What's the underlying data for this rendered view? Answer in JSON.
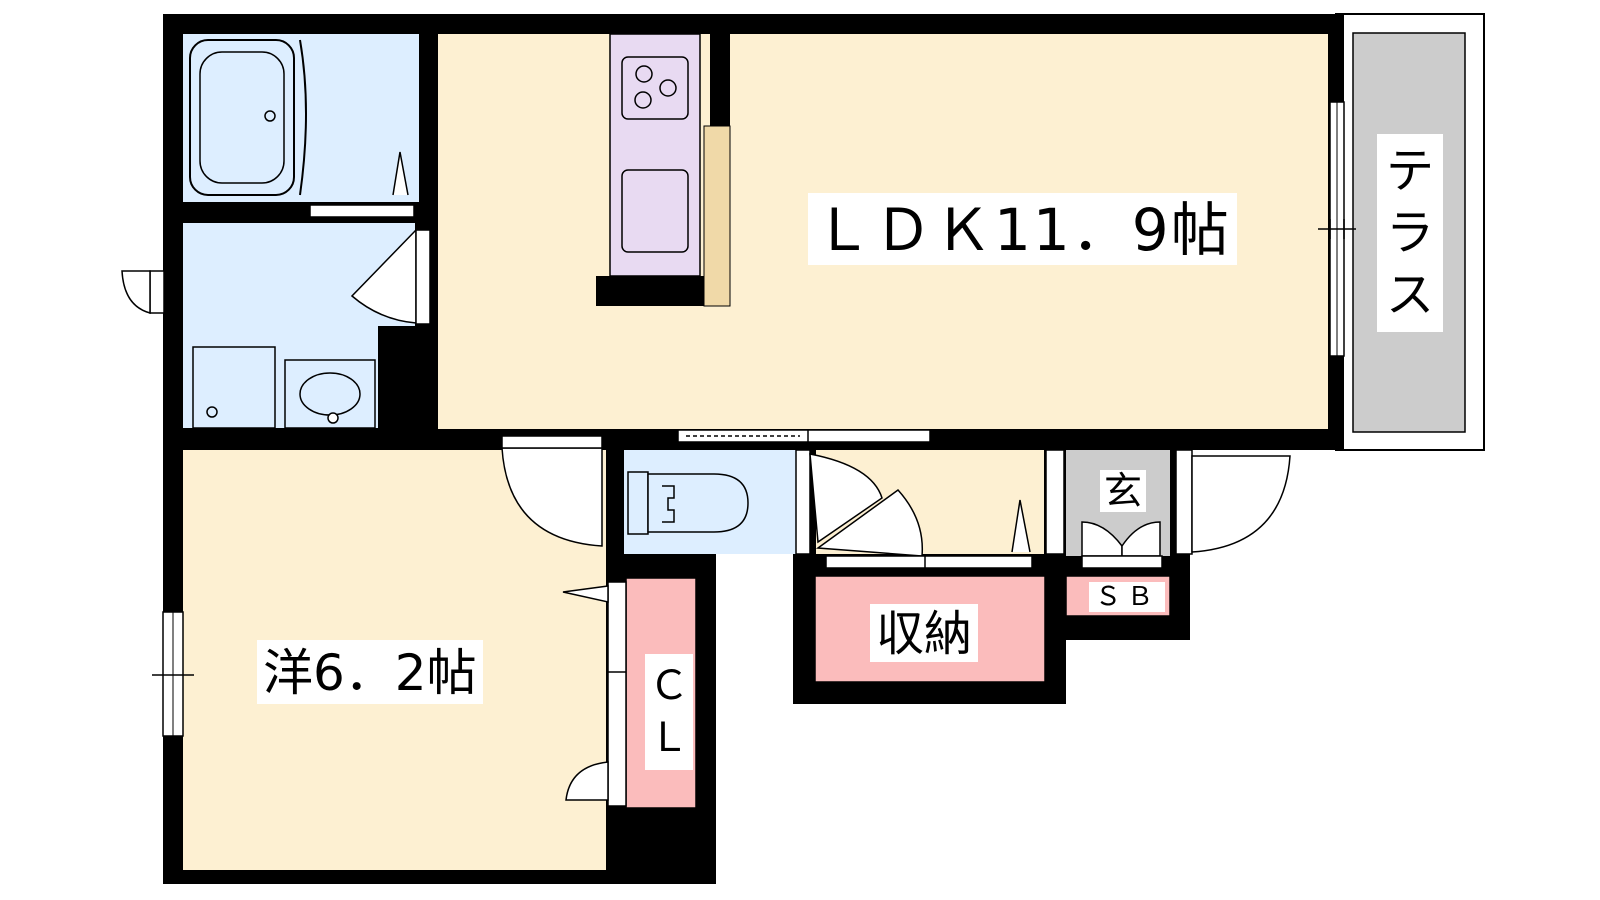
{
  "rooms": {
    "ldk": "ＬＤＫ11．9帖",
    "western_room": "洋6．2帖",
    "storage": "収納",
    "terrace": "テラス",
    "entrance": "玄",
    "shoe_box": "ＳＢ",
    "closet": "ＣＬ"
  },
  "colors": {
    "wall": "#000000",
    "floor_wood": "#fdf0d2",
    "floor_wet": "#ddeeff",
    "kitchen": "#e8daf2",
    "storage": "#fbbcbc",
    "terrace": "#cccccc",
    "entrance": "#cccccc",
    "counter": "#f0d9a8"
  }
}
